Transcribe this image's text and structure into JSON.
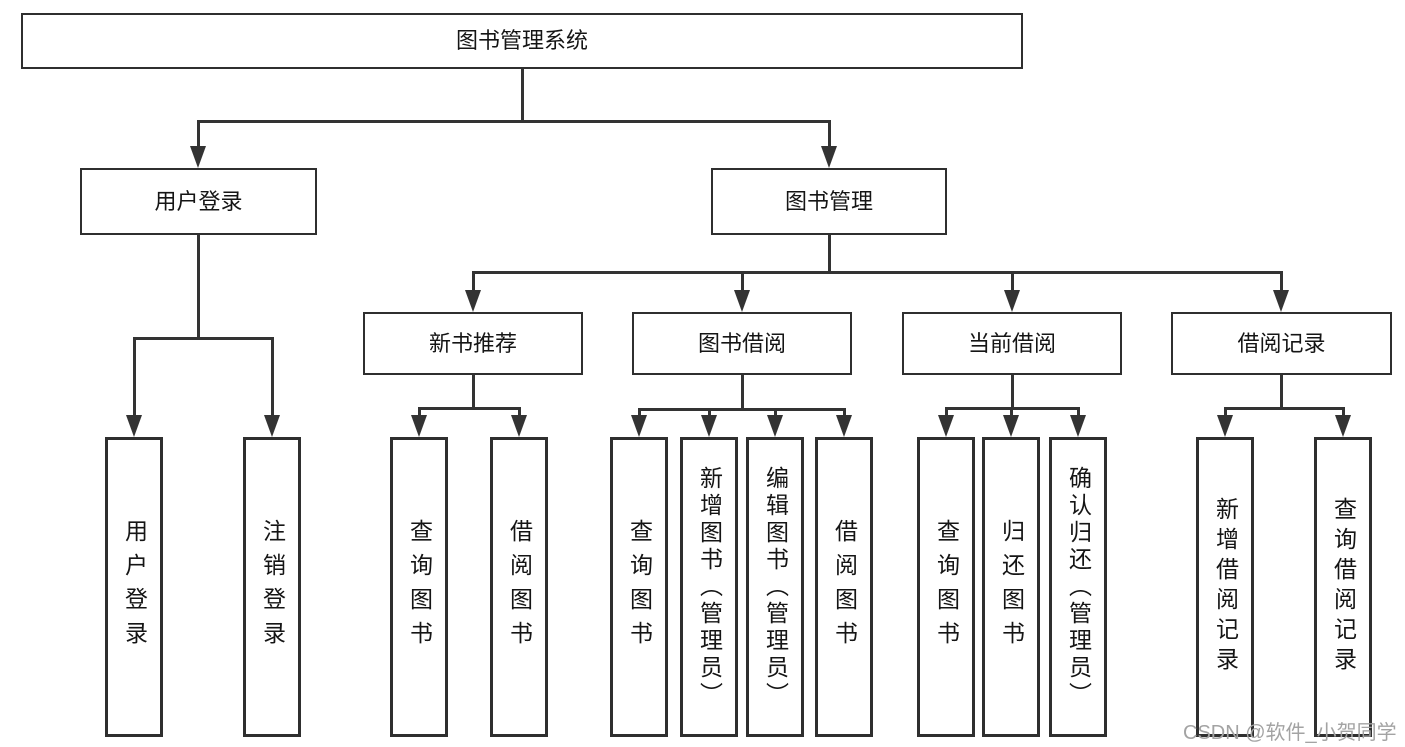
{
  "diagram": {
    "tree": {
      "root": {
        "label": "图书管理系统",
        "children": [
          {
            "label": "用户登录",
            "children": [
              {
                "label": "用户登录"
              },
              {
                "label": "注销登录"
              }
            ]
          },
          {
            "label": "图书管理",
            "children": [
              {
                "label": "新书推荐",
                "children": [
                  {
                    "label": "查询图书"
                  },
                  {
                    "label": "借阅图书"
                  }
                ]
              },
              {
                "label": "图书借阅",
                "children": [
                  {
                    "label": "查询图书"
                  },
                  {
                    "label": "新增图书（管理员）"
                  },
                  {
                    "label": "编辑图书（管理员）"
                  },
                  {
                    "label": "借阅图书"
                  }
                ]
              },
              {
                "label": "当前借阅",
                "children": [
                  {
                    "label": "查询图书"
                  },
                  {
                    "label": "归还图书"
                  },
                  {
                    "label": "确认归还（管理员）"
                  }
                ]
              },
              {
                "label": "借阅记录",
                "children": [
                  {
                    "label": "新增借阅记录"
                  },
                  {
                    "label": "查询借阅记录"
                  }
                ]
              }
            ]
          }
        ]
      }
    },
    "colors": {
      "line": "#333333",
      "box_border": "#2f2f2f",
      "text": "#151515",
      "watermark": "#a3a3a3",
      "background": "#ffffff"
    }
  },
  "watermark": {
    "text": "CSDN @软件_小贺同学"
  }
}
